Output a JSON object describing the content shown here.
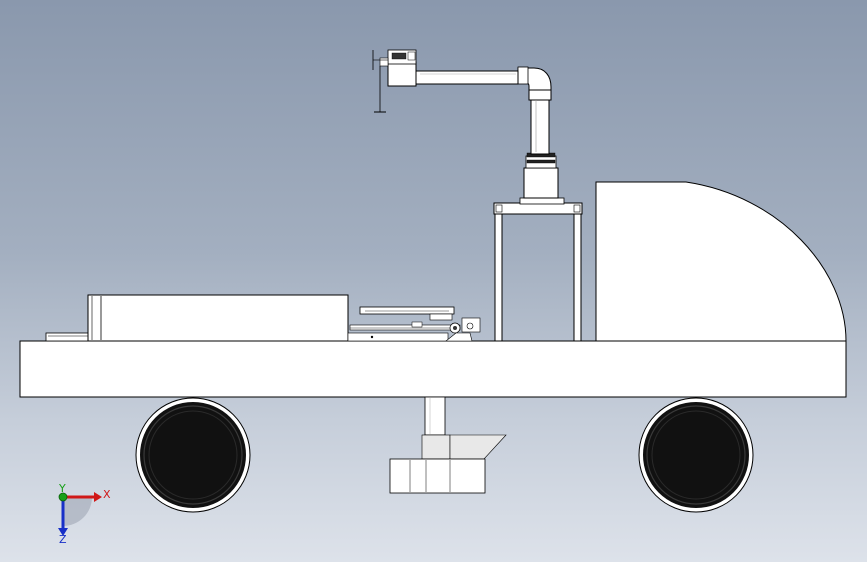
{
  "viewport": {
    "background_top": "#8a98ad",
    "background_bottom": "#dde2ea"
  },
  "model": {
    "body_color": "#ffffff",
    "outline_color": "#000000",
    "wheel_color": "#111111",
    "metal_color": "#e8e8e8"
  },
  "triad": {
    "x_label": "X",
    "y_label": "Y",
    "z_label": "Z",
    "x_color": "#d01818",
    "y_color": "#18a018",
    "z_color": "#1830c8"
  }
}
